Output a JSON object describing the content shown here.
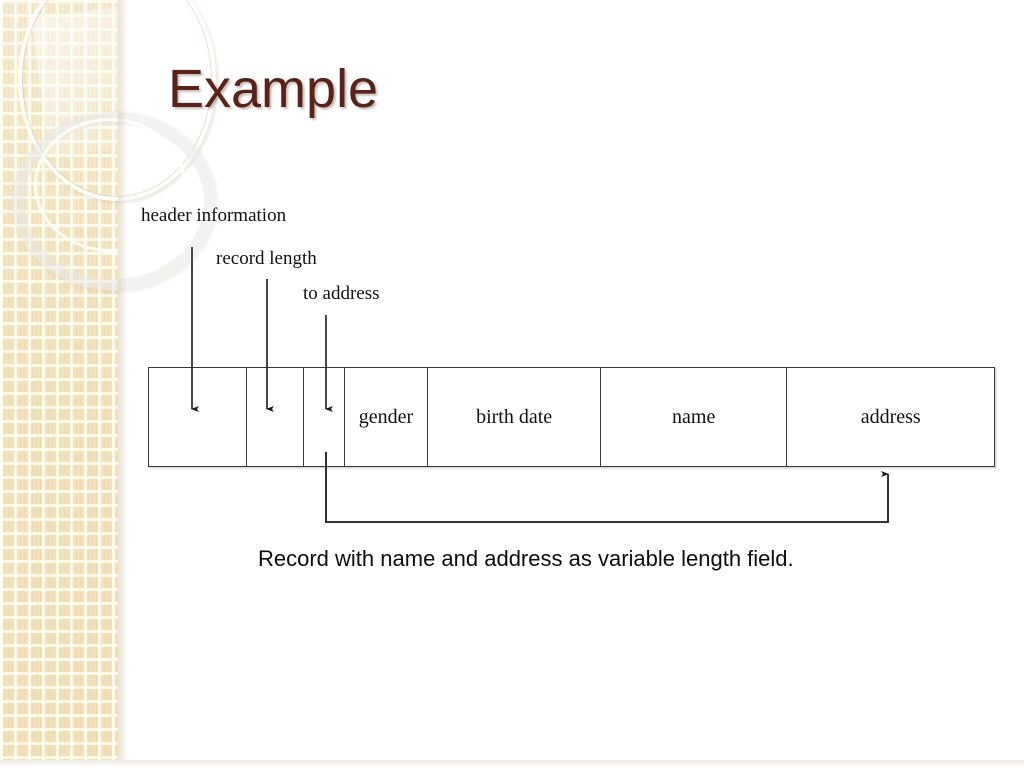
{
  "slide": {
    "title": "Example",
    "title_color": "#5b2318",
    "background_color": "#ffffff",
    "caption": "Record with name and address as variable length field."
  },
  "sidebar": {
    "pattern": "beige-grid-texture",
    "base_color": "#f2e2bd",
    "decor": [
      "ring-outline-large",
      "ring-outline-medium",
      "ring-outline-small"
    ]
  },
  "annotations": [
    {
      "label": "header information",
      "target_cell_index": 0
    },
    {
      "label": "record length",
      "target_cell_index": 1
    },
    {
      "label": "to address",
      "target_cell_index": 2
    }
  ],
  "record": {
    "cells": [
      {
        "label": "",
        "kind": "header-information"
      },
      {
        "label": "",
        "kind": "record-length"
      },
      {
        "label": "",
        "kind": "to-address-pointer"
      },
      {
        "label": "gender",
        "kind": "fixed-length-field"
      },
      {
        "label": "birth date",
        "kind": "fixed-length-field"
      },
      {
        "label": "name",
        "kind": "variable-length-field"
      },
      {
        "label": "address",
        "kind": "variable-length-field"
      }
    ],
    "border_color": "#3a3a3a"
  },
  "pointer_connector": {
    "from_cell_index": 2,
    "to_cell_index": 6,
    "description": "to address pointer routes below the record and points up into the address field",
    "color": "#1a1a1a"
  }
}
